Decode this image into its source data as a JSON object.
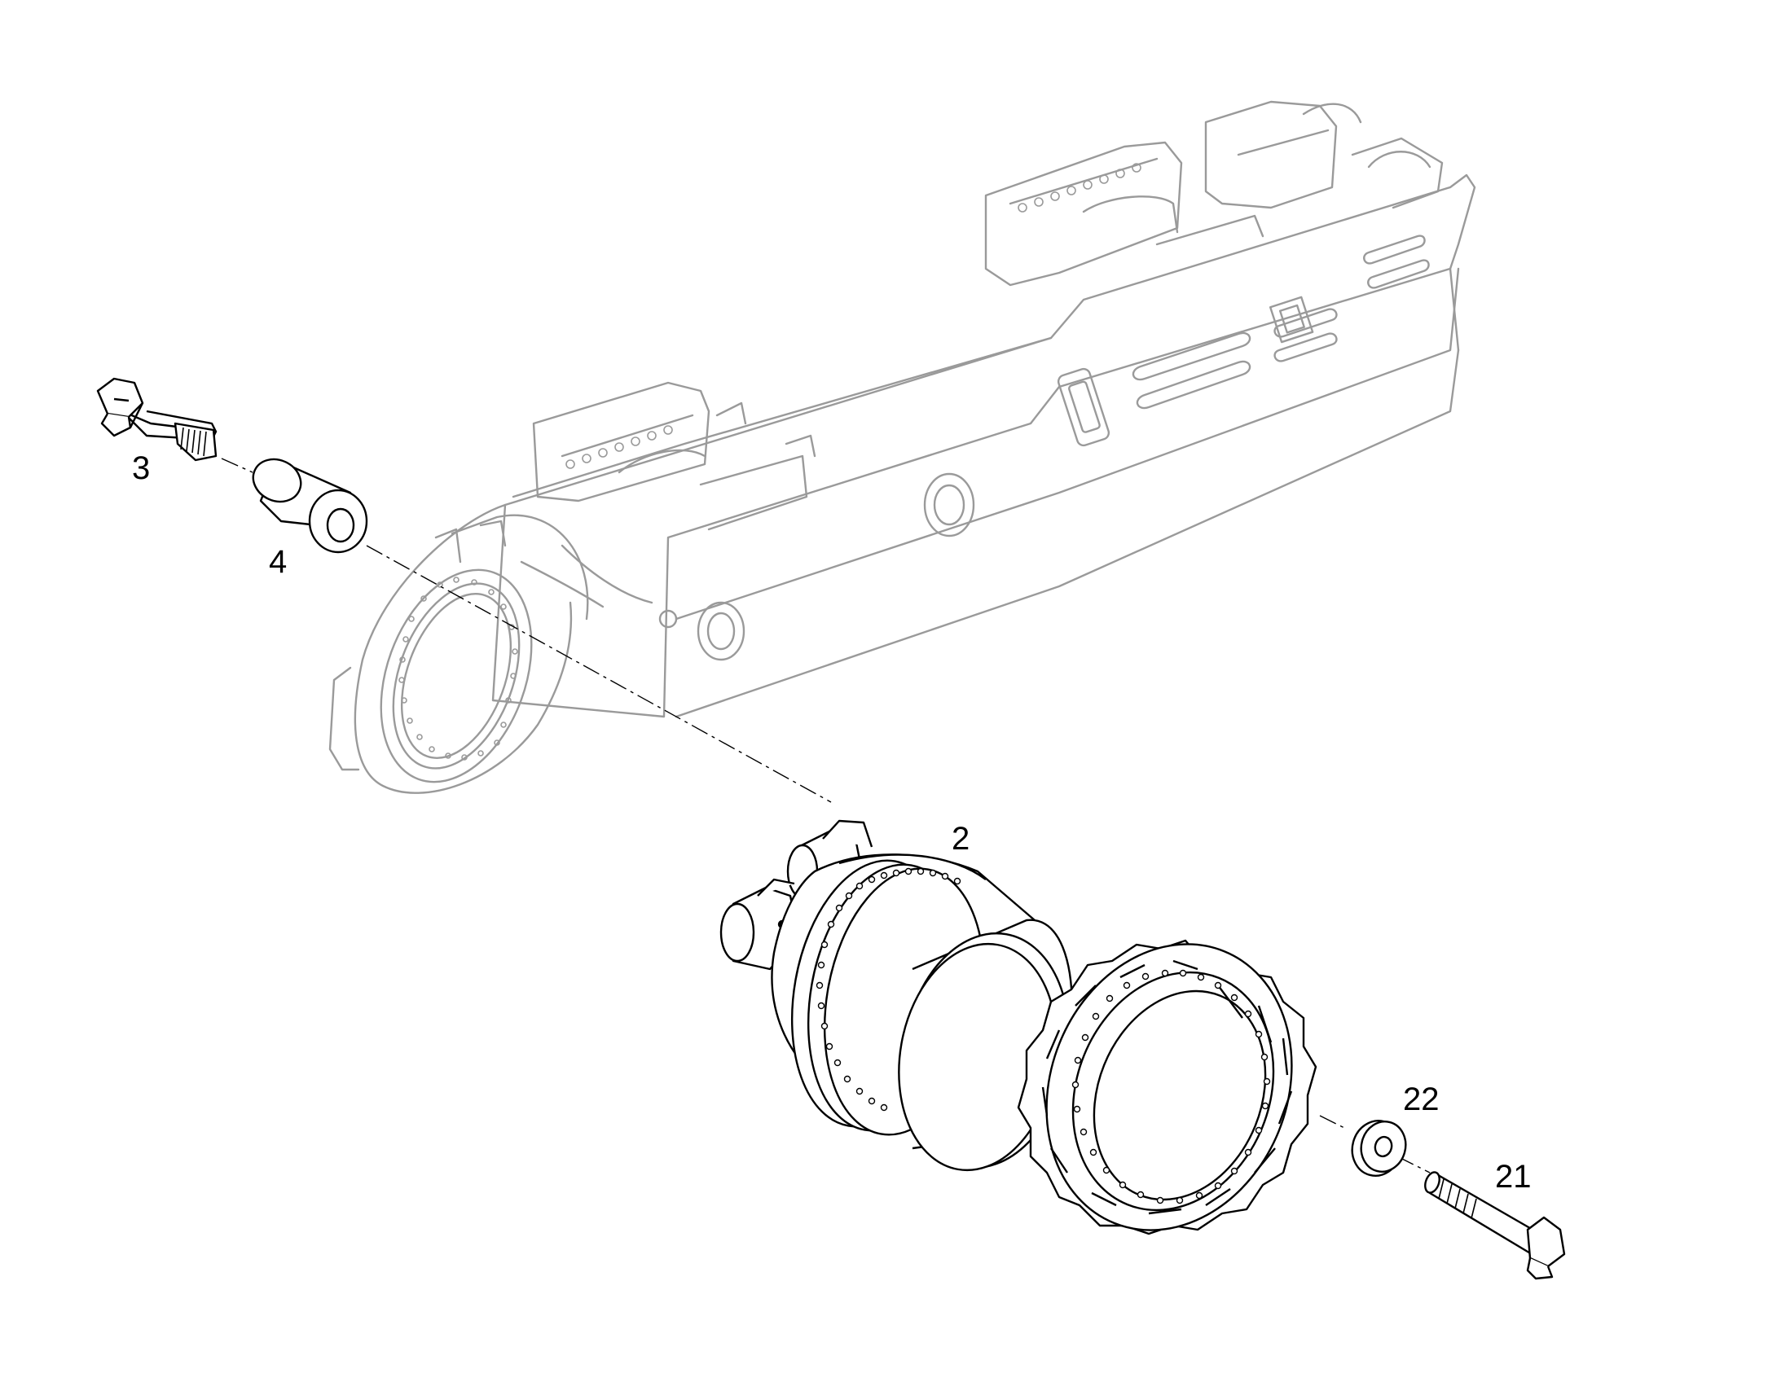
{
  "callouts": {
    "drive": "2",
    "bolt": "3",
    "spacer": "4",
    "sprocket_bolt": "21",
    "washer": "22"
  },
  "colors": {
    "line": "#000000",
    "ghost": "#9a9a9a",
    "fill": "#ffffff"
  }
}
